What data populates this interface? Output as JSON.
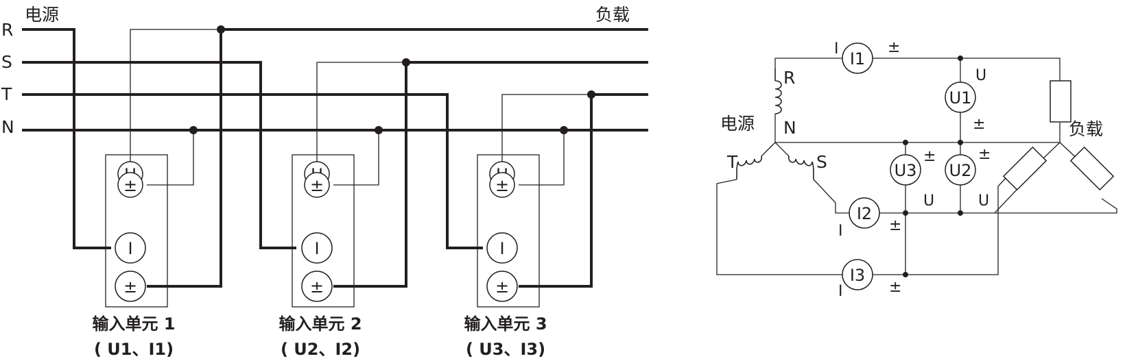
{
  "left": {
    "source_label": "电源",
    "load_label": "负载",
    "line_labels": [
      "R",
      "S",
      "T",
      "N"
    ],
    "terminal_u": "U",
    "terminal_pm": "±",
    "terminal_i": "I",
    "units": [
      {
        "title": "输入单元 1",
        "sub": "( U1、I1)"
      },
      {
        "title": "输入单元 2",
        "sub": "( U2、I2)"
      },
      {
        "title": "输入单元 3",
        "sub": "( U3、I3)"
      }
    ]
  },
  "right": {
    "source_label": "电源",
    "load_label": "负载",
    "coil_r": "R",
    "coil_s": "S",
    "coil_t": "T",
    "neutral": "N",
    "meters": {
      "i1": "I1",
      "i2": "I2",
      "i3": "I3",
      "u1": "U1",
      "u2": "U2",
      "u3": "U3"
    },
    "i_mark": "I",
    "u_mark": "U",
    "pm_mark": "±"
  }
}
